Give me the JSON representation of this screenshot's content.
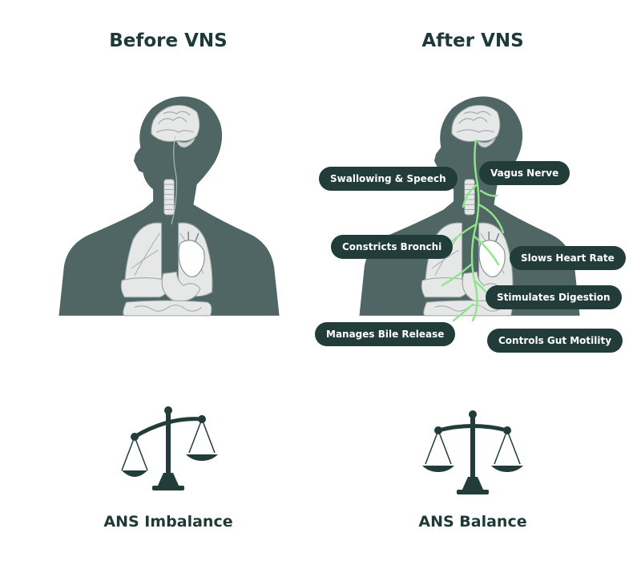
{
  "panels": {
    "before": {
      "title": "Before VNS",
      "scale_label": "ANS Imbalance"
    },
    "after": {
      "title": "After VNS",
      "scale_label": "ANS Balance"
    }
  },
  "labels": {
    "swallowing": "Swallowing & Speech",
    "vagus": "Vagus Nerve",
    "bronchi": "Constricts Bronchi",
    "heart": "Slows Heart Rate",
    "digestion": "Stimulates Digestion",
    "bile": "Manages Bile Release",
    "motility": "Controls Gut Motility"
  },
  "colors": {
    "silhouette": "#4f6665",
    "organ": "#e6e8e8",
    "organ_line": "#9aa3a3",
    "pill": "#223c39",
    "nerve": "#8ee58a",
    "text": "#1f3a36"
  }
}
